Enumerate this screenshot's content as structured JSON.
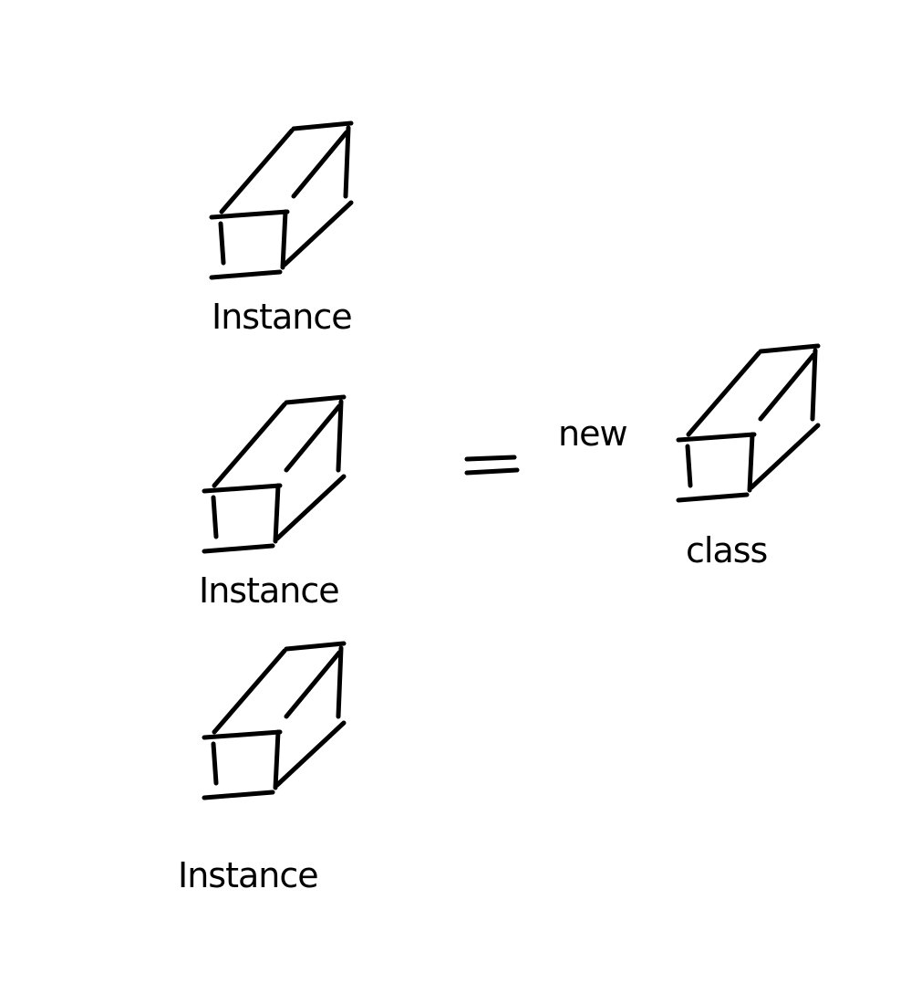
{
  "diagram": {
    "instances": [
      {
        "label": "Instance"
      },
      {
        "label": "Instance"
      },
      {
        "label": "Instance"
      }
    ],
    "operator": "=",
    "keyword": "new",
    "class_box": {
      "label": "class"
    },
    "ink_color": "#000000",
    "background": "#ffffff"
  }
}
